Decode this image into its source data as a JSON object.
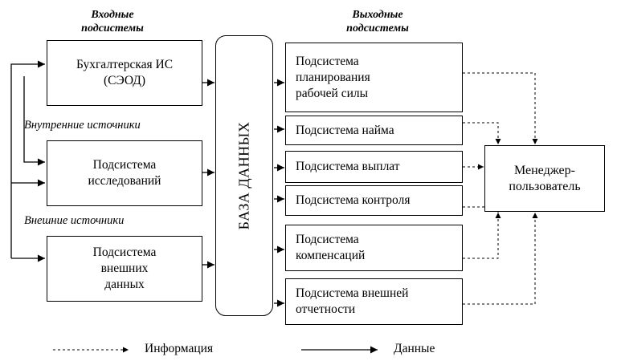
{
  "headers": {
    "input": "Входные\nподсистемы",
    "output": "Выходные\nподсистемы"
  },
  "inputs": [
    {
      "id": "accounting",
      "label": "Бухгалтерская ИС\n(СЭОД)"
    },
    {
      "id": "research",
      "label": "Подсистема\nисследований"
    },
    {
      "id": "external",
      "label": "Подсистема\nвнешних\nданных"
    }
  ],
  "sources": {
    "internal": "Внутренние источники",
    "external": "Внешние источники"
  },
  "database": "БАЗА ДАННЫХ",
  "outputs": [
    {
      "id": "planning",
      "label": "Подсистема\nпланирования\nрабочей силы"
    },
    {
      "id": "hiring",
      "label": "Подсистема найма"
    },
    {
      "id": "payments",
      "label": "Подсистема выплат"
    },
    {
      "id": "control",
      "label": "Подсистема контроля"
    },
    {
      "id": "compensation",
      "label": "Подсистема\nкомпенсаций"
    },
    {
      "id": "reporting",
      "label": "Подсистема внешней\nотчетности"
    }
  ],
  "manager": "Менеджер-\nпользователь",
  "legend": {
    "information": "Информация",
    "data": "Данные"
  }
}
